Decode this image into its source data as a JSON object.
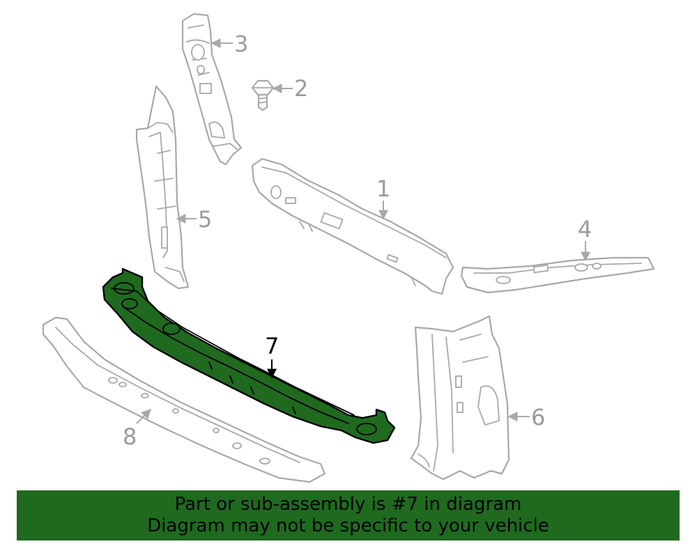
{
  "callouts": {
    "p1": "1",
    "p2": "2",
    "p3": "3",
    "p4": "4",
    "p5": "5",
    "p6": "6",
    "p7": "7",
    "p8": "8"
  },
  "banner": {
    "line1": "Part or sub-assembly is #7 in diagram",
    "line2": "Diagram may not be specific to your vehicle"
  },
  "colors": {
    "highlight": "#1f6a1f",
    "outline": "#a8a8a8",
    "banner_bg": "#1f6a1f"
  }
}
